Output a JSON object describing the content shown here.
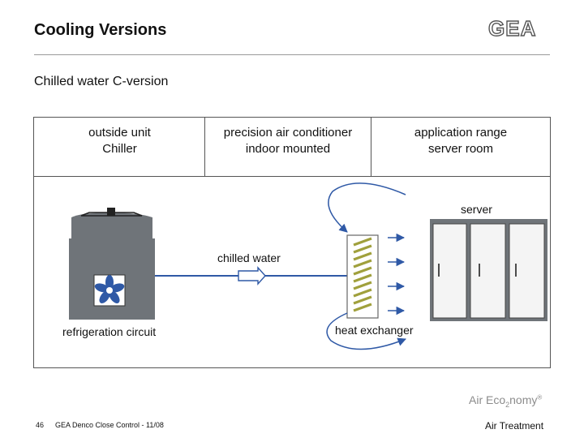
{
  "header": {
    "title": "Cooling Versions",
    "logo_text": "GEA"
  },
  "subtitle": "Chilled water  C-version",
  "columns": [
    {
      "line1": "outside unit",
      "line2": "Chiller"
    },
    {
      "line1": "precision air conditioner",
      "line2": "indoor mounted"
    },
    {
      "line1": "application range",
      "line2": "server room"
    }
  ],
  "labels": {
    "server": "server",
    "chilled_water": "chilled water",
    "refrigeration_circuit": "refrigeration circuit",
    "heat_exchanger": "heat exchanger"
  },
  "footer": {
    "brand_prefix": "Air Eco",
    "brand_sub": "2",
    "brand_suffix": "nomy",
    "brand_mark": "®",
    "page_number": "46",
    "left_text": "GEA Denco Close Control - 11/08",
    "right_text": "Air Treatment"
  },
  "colors": {
    "chiller_body": "#6f7479",
    "arrow_blue": "#2f59a6",
    "coil_olive": "#a0a03c",
    "rule_gray": "#9a9a9a"
  }
}
